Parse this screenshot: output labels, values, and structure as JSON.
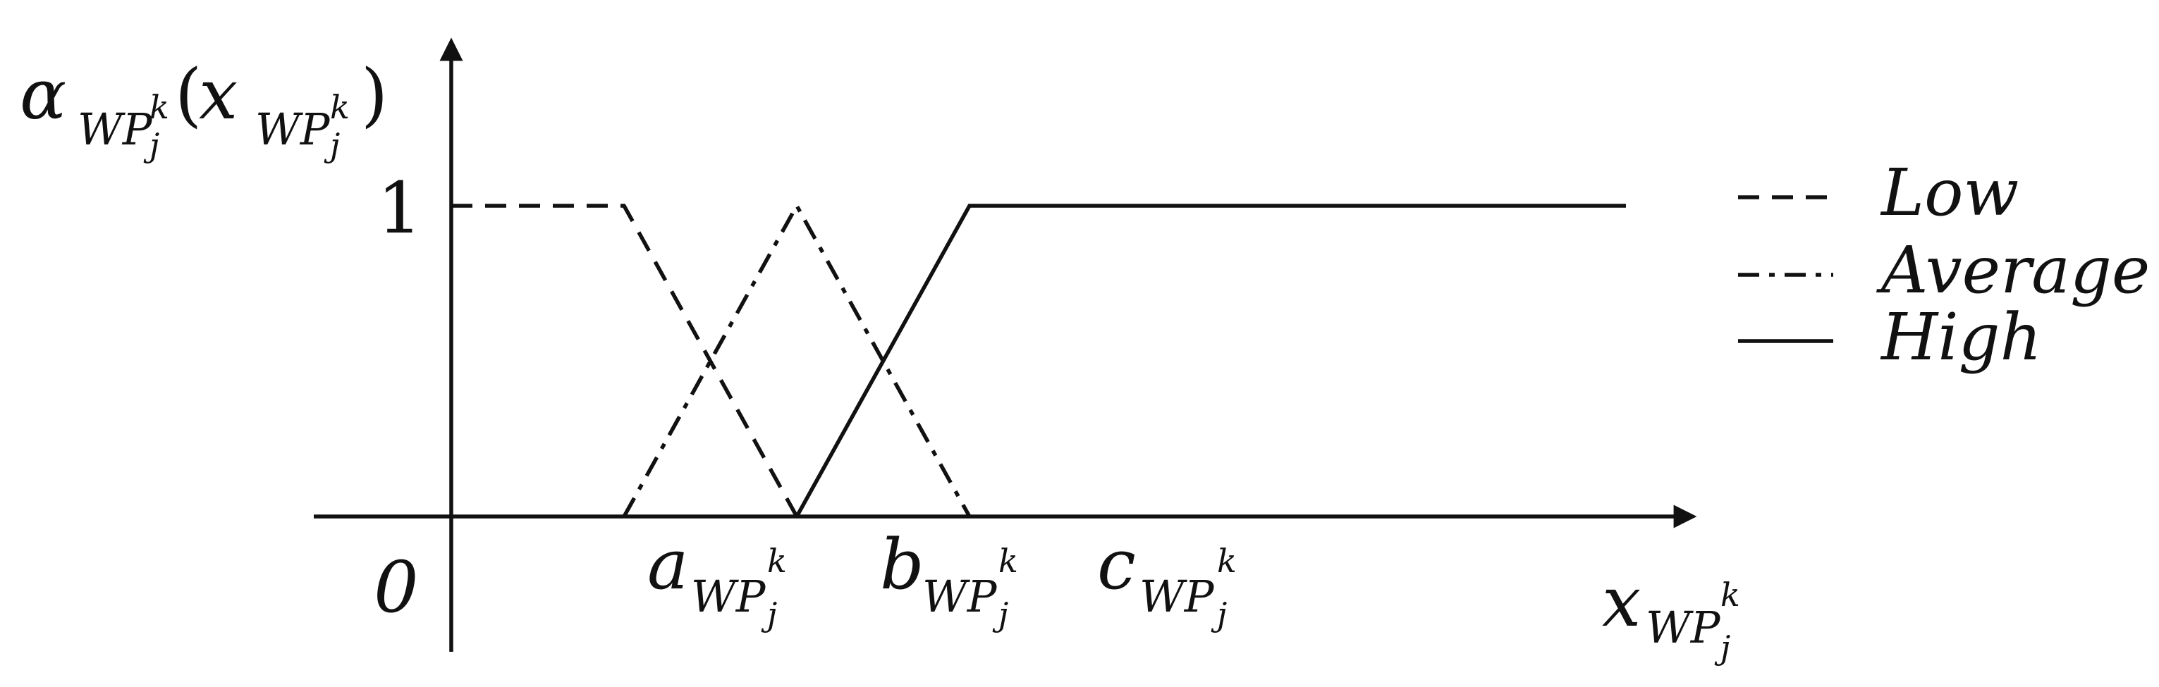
{
  "chart_data": {
    "type": "line",
    "ylabel": {
      "base": "α",
      "sub": "WP",
      "subsub": "j",
      "supsub": "k",
      "arg_base": "x"
    },
    "xlabel": {
      "base": "x",
      "sub": "WP",
      "subsub": "j",
      "supsub": "k"
    },
    "y_ticks": [
      "0",
      "1"
    ],
    "x_ticks": [
      {
        "base": "a",
        "sub": "WP",
        "subsub": "j",
        "supsub": "k"
      },
      {
        "base": "b",
        "sub": "WP",
        "subsub": "j",
        "supsub": "k"
      },
      {
        "base": "c",
        "sub": "WP",
        "subsub": "j",
        "supsub": "k"
      }
    ],
    "series": [
      {
        "name": "Low",
        "style": "dashed",
        "points": [
          [
            0,
            1
          ],
          [
            0.0,
            1
          ],
          [
            0.5,
            1
          ],
          [
            1.0,
            0
          ]
        ]
      },
      {
        "name": "Average",
        "style": "dash-dot",
        "points": [
          [
            0.5,
            0
          ],
          [
            1.0,
            1
          ],
          [
            1.5,
            0
          ]
        ]
      },
      {
        "name": "High",
        "style": "solid",
        "points": [
          [
            1.0,
            0
          ],
          [
            1.5,
            1
          ],
          [
            3.4,
            1
          ]
        ]
      }
    ],
    "legend": [
      "Low",
      "Average",
      "High"
    ]
  }
}
